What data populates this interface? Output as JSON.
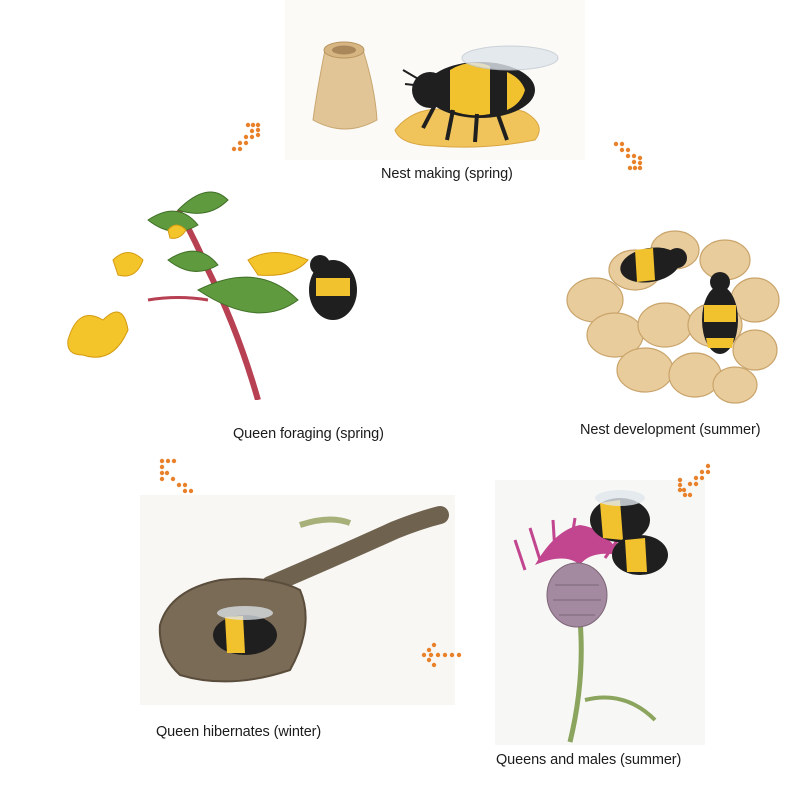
{
  "stages": [
    {
      "id": "nest-making",
      "label": "Nest making (spring)"
    },
    {
      "id": "nest-development",
      "label": "Nest development (summer)"
    },
    {
      "id": "queens-and-males",
      "label": "Queens and males (summer)"
    },
    {
      "id": "queen-hibernates",
      "label": "Queen hibernates (winter)"
    },
    {
      "id": "queen-foraging",
      "label": "Queen foraging (spring)"
    }
  ],
  "colors": {
    "arrow": "#e8812a",
    "cell_fill": "#e9cc9c",
    "bee_yellow": "#f2c12e",
    "bee_black": "#1f1f1f",
    "flower_yellow": "#f4c52a",
    "leaf_green": "#5f9a3e",
    "thistle_pink": "#c2458f",
    "soil_brown": "#7a6b57"
  },
  "icons": [
    "nest-cup-icon",
    "bee-icon",
    "arrow-cycle-icon"
  ]
}
